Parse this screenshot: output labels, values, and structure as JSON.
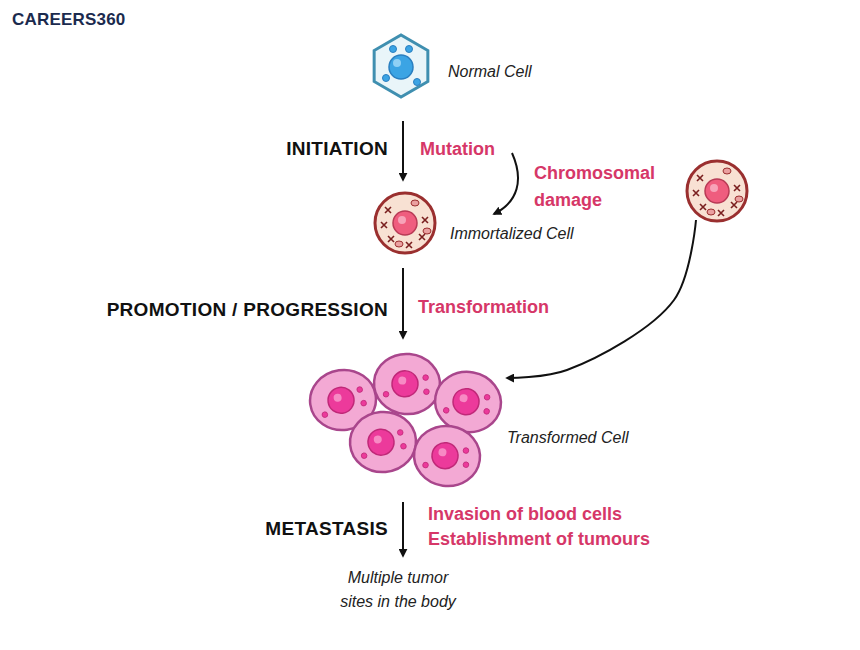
{
  "diagram": {
    "nodes": [
      {
        "text": [
          "Normal Cell"
        ]
      },
      {
        "text": [
          "Immortalized Cell"
        ]
      },
      {
        "text": [
          "Chromosomal damage"
        ]
      },
      {
        "text": [
          "Transformed Cell"
        ]
      },
      {
        "text": [
          "Multiple tumor sites in the body"
        ]
      }
    ],
    "edges": [
      {
        "from": 0,
        "to": 1,
        "arrow": "to",
        "label": "Mutation"
      },
      {
        "from": 1,
        "to": 3,
        "arrow": "to",
        "label": "Transformation"
      },
      {
        "from": 2,
        "to": 3,
        "arrow": "to"
      },
      {
        "from": 3,
        "to": 4,
        "arrow": "to"
      }
    ],
    "labels": [
      "CAREERS360",
      "INITIATION",
      "PROMOTION / PROGRESSION",
      "METASTASIS",
      "Invasion of blood cells",
      "Establishment of tumours"
    ]
  }
}
